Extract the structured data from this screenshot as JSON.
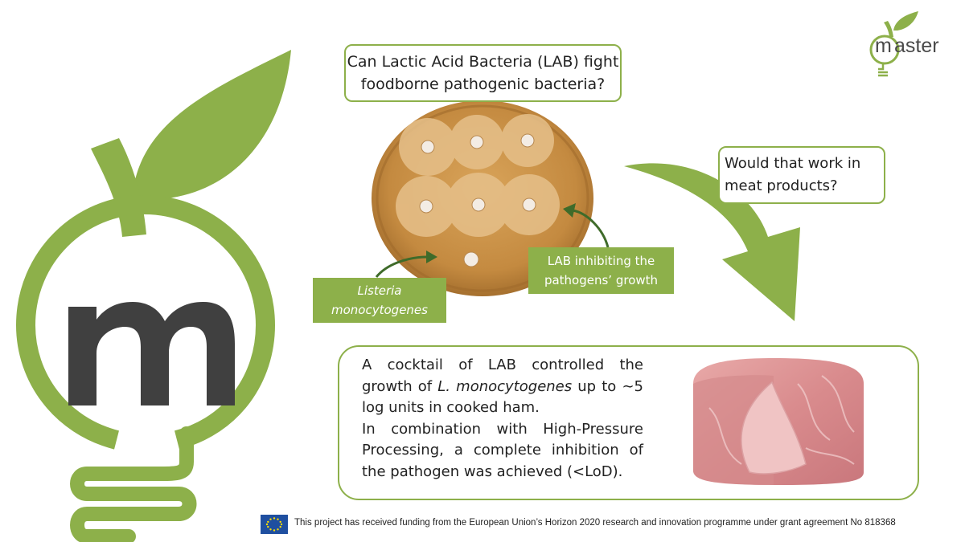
{
  "question1": "Can Lactic Acid Bacteria (LAB) fight foodborne pathogenic bacteria?",
  "question2": "Would that work in meat products?",
  "label_listeria": "Listeria monocytogenes",
  "label_lab": "LAB inhibiting the pathogens’ growth",
  "result": {
    "p1_a": "A cocktail of LAB controlled the growth of ",
    "p1_italic": "L. monocytogenes",
    "p1_b": " up to ∼5 log units in cooked ham.",
    "p2": "In combination with High-Pressure Processing, a complete inhibition of the pathogen was achieved (<LoD)."
  },
  "logo_small_text": "aster",
  "logo_small_letter": "m",
  "footer": "This project has received funding from the European Union’s Horizon 2020 research and innovation programme under grant agreement No 818368",
  "colors": {
    "green": "#8db04a",
    "dark_green": "#3f6b2a",
    "logo_grey": "#404040",
    "eu_blue": "#1f4fa0",
    "eu_yellow": "#ffdd00"
  }
}
